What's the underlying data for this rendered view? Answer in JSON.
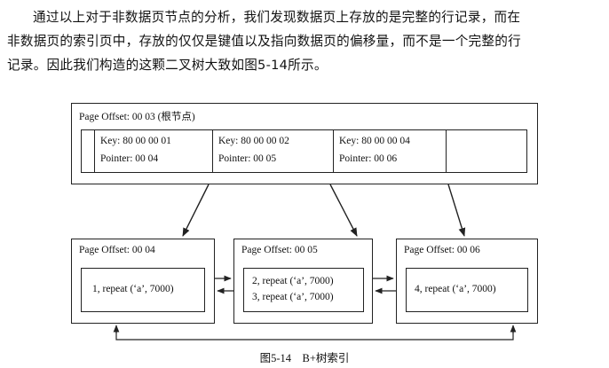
{
  "paragraph": {
    "line1": "通过以上对于非数据页节点的分析，我们发现数据页上存放的是完整的行记录，而在",
    "line2": "非数据页的索引页中，存放的仅仅是键值以及指向数据页的偏移量，而不是一个完整的行",
    "line3": "记录。因此我们构造的这颗二叉树大致如图5-14所示。"
  },
  "root": {
    "title": "Page Offset: 00 03 (根节点)",
    "entries": [
      {
        "key": "Key: 80 00 00 01",
        "pointer": "Pointer: 00 04"
      },
      {
        "key": "Key: 80 00 00 02",
        "pointer": "Pointer: 00 05"
      },
      {
        "key": "Key: 80 00 00 04",
        "pointer": "Pointer: 00 06"
      }
    ]
  },
  "leaves": [
    {
      "title": "Page Offset: 00 04",
      "records": [
        "1, repeat (‘a’, 7000)"
      ]
    },
    {
      "title": "Page Offset: 00 05",
      "records": [
        "2, repeat (‘a’, 7000)",
        "3, repeat (‘a’, 7000)"
      ]
    },
    {
      "title": "Page Offset: 00 06",
      "records": [
        "4, repeat (‘a’, 7000)"
      ]
    }
  ],
  "caption": "图5-14　B+树索引"
}
